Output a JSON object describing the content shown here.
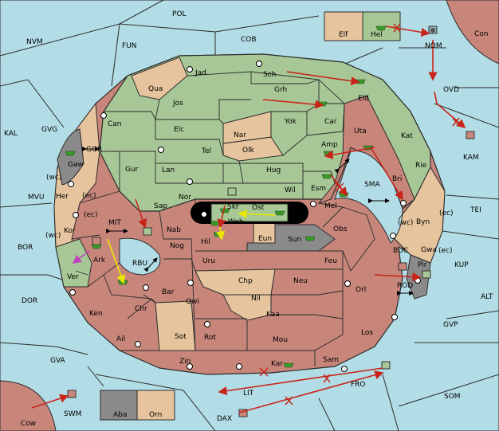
{
  "colors": {
    "sea": "#b3dde6",
    "green": "#a7c896",
    "tan": "#e6c59e",
    "rose": "#c8867b",
    "gray": "#8a8a8a",
    "line": "#2b2b2b",
    "order": "#c8241a",
    "support": "#e8e800",
    "convoy": "#c040c0",
    "army": "#3c9a2a"
  },
  "labels": {
    "sea": {
      "POL": "POL",
      "COB": "COB",
      "FUN": "FUN",
      "NVM": "NVM",
      "KAL": "KAL",
      "GVG": "GVG",
      "MVU": "MVU",
      "BOR": "BOR",
      "DOR": "DOR",
      "GVA": "GVA",
      "SWM": "SWM",
      "DAX": "DAX",
      "LIT": "LIT",
      "FRO": "FRO",
      "SOM": "SOM",
      "GVP": "GVP",
      "ALT": "ALT",
      "KUP": "KUP",
      "TEI": "TEI",
      "KAM": "KAM",
      "OVD": "OVD",
      "NOM": "NOM",
      "SMA": "SMA",
      "MIT": "MIT",
      "RBU": "RBU",
      "GOR": "GOR",
      "BUC": "BUC",
      "ROD": "ROD"
    },
    "land": {
      "Elf": "Elf",
      "Hel": "Hel",
      "Con": "Con",
      "Cow": "Cow",
      "Aba": "Aba",
      "Orn": "Orn",
      "Jad": "Jad",
      "Sch": "Sch",
      "Qua": "Qua",
      "Jos": "Jos",
      "Grh": "Grh",
      "Eld": "Eld",
      "Can": "Can",
      "Elc": "Elc",
      "Nar": "Nar",
      "Yok": "Yok",
      "Car": "Car",
      "Uta": "Uta",
      "Kat": "Kat",
      "Tel": "Tel",
      "Olk": "Olk",
      "Amp": "Amp",
      "Gur": "Gur",
      "Lan": "Lan",
      "Hug": "Hug",
      "Bri": "Bri",
      "Rie": "Rie",
      "Gaw": "Gaw",
      "Nor": "Nor",
      "Wil": "Wil",
      "Esm": "Esm",
      "Her": "Her",
      "Sap": "Sap",
      "Skr": "Skr",
      "Ost": "Ost",
      "Mel": "Mel",
      "Byn": "Byn",
      "Kor": "Kor",
      "Web": "Web",
      "Nab": "Nab",
      "Hil": "Hil",
      "Eun": "Eun",
      "Sun": "Sun",
      "Obs": "Obs",
      "Gwa": "Gwa",
      "Ark": "Ark",
      "Nog": "Nog",
      "Uru": "Uru",
      "Feu": "Feu",
      "Pir": "Pir",
      "Ver": "Ver",
      "Chp": "Chp",
      "Neu": "Neu",
      "Orl": "Orl",
      "Bar": "Bar",
      "Qwi": "Qwi",
      "Nil": "Nil",
      "Ken": "Ken",
      "Chr": "Chr",
      "Kaa": "Kaa",
      "Los": "Los",
      "Sot": "Sot",
      "Rot": "Rot",
      "Mou": "Mou",
      "Ail": "Ail",
      "Zin": "Zin",
      "Kar": "Kar",
      "Sam": "Sam"
    },
    "coast": {
      "her_wc": "(wc)",
      "her_ec": "(ec)",
      "kor_ec": "(ec)",
      "kor_wc": "(wc)",
      "byn_wc": "(wc)",
      "byn_ec": "(ec)",
      "gwa_ec": "(ec)"
    }
  }
}
